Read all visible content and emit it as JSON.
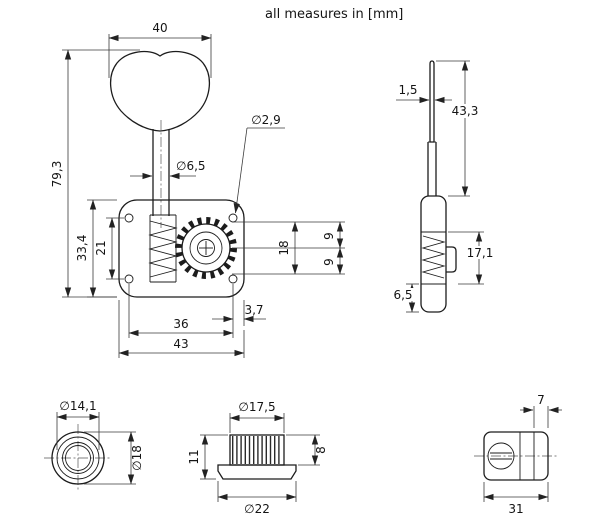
{
  "title": "all measures in [mm]",
  "colors": {
    "background": "#ffffff",
    "line": "#1c1c1c",
    "dimension": "#3a3a3a"
  },
  "views": {
    "front": {
      "key_width": "40",
      "total_height": "79,3",
      "plate_height": "33,4",
      "hole_spacing_vertical": "21",
      "shaft_diameter": "∅6,5",
      "screw_hole_diameter": "∅2,9",
      "gear_height": "18",
      "segment_top": "9",
      "segment_bottom": "9",
      "hole_spacing_horizontal": "36",
      "hole_edge_offset": "3,7",
      "plate_width": "43"
    },
    "side": {
      "key_thickness": "1,5",
      "upper_height": "43,3",
      "housing_depth": "17,1",
      "post_length": "6,5"
    },
    "bushing_top": {
      "bore_diameter": "∅14,1",
      "outer_diameter": "∅18"
    },
    "bushing_side": {
      "knurl_diameter": "∅17,5",
      "total_height": "11",
      "knurl_height": "8",
      "flange_diameter": "∅22"
    },
    "screw_side": {
      "head_width": "7",
      "total_length": "31"
    }
  }
}
